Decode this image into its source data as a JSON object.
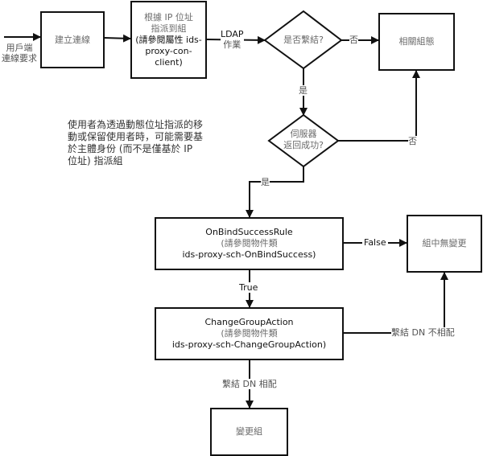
{
  "diagram": {
    "client_request": {
      "line1": "用戶端",
      "line2": "連線要求"
    },
    "establish_connection": {
      "label": "建立連線"
    },
    "assign_by_ip": {
      "line1": "根據 IP 位址",
      "line2": "指派到組",
      "line3": "(請參閱屬性 ids-",
      "line4": "proxy-con-client)"
    },
    "ldap_op": {
      "line1": "LDAP",
      "line2": "作業"
    },
    "is_bind": {
      "label": "是否繫結?"
    },
    "no_label_1": "否",
    "related_config": {
      "label": "相關組態"
    },
    "yes_label_1": "是",
    "server_success": {
      "line1": "伺服器",
      "line2": "返回成功?"
    },
    "no_label_2": "否",
    "yes_label_2": "是",
    "note": "使用者為透過動態位址指派的移動或保留使用者時，可能需要基於主體身份 (而不是僅基於 IP 位址) 指派組",
    "on_bind_rule": {
      "title": "OnBindSuccessRule",
      "line2": "(請參閱物件類",
      "line3": "ids-proxy-sch-OnBindSuccess)"
    },
    "false_label": "False",
    "no_change": {
      "label": "組中無變更"
    },
    "true_label": "True",
    "change_group_action": {
      "title": "ChangeGroupAction",
      "line2": "(請參閱物件類",
      "line3": "ids-proxy-sch-ChangeGroupAction)"
    },
    "dn_mismatch_label": "繫結 DN 不相配",
    "dn_match_label": "繫結 DN 相配",
    "change_group": {
      "label": "變更組"
    }
  }
}
